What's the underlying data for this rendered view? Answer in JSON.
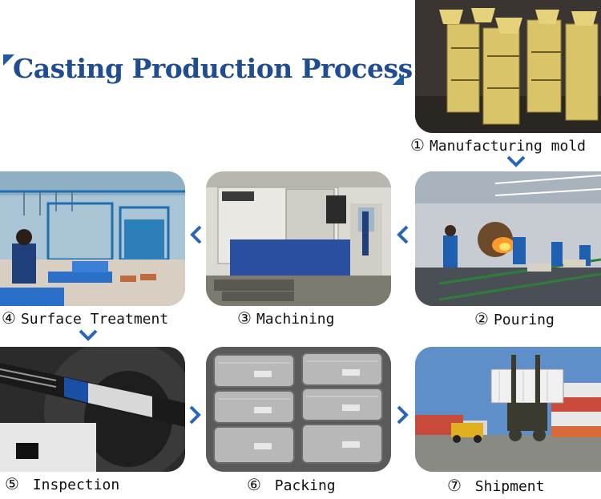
{
  "title": "Casting Production Process",
  "steps": [
    {
      "num": "①",
      "label": "Manufacturing mold"
    },
    {
      "num": "②",
      "label": "Pouring"
    },
    {
      "num": "③",
      "label": "Machining"
    },
    {
      "num": "④",
      "label": "Surface Treatment"
    },
    {
      "num": "⑤",
      "label": "Inspection"
    },
    {
      "num": "⑥",
      "label": "Packing"
    },
    {
      "num": "⑦",
      "label": "Shipment"
    }
  ],
  "colors": {
    "title": "#1f4d8f",
    "arrow": "#2a66b8"
  },
  "icons": [
    "chevron-down-icon",
    "chevron-left-icon",
    "chevron-right-icon"
  ]
}
